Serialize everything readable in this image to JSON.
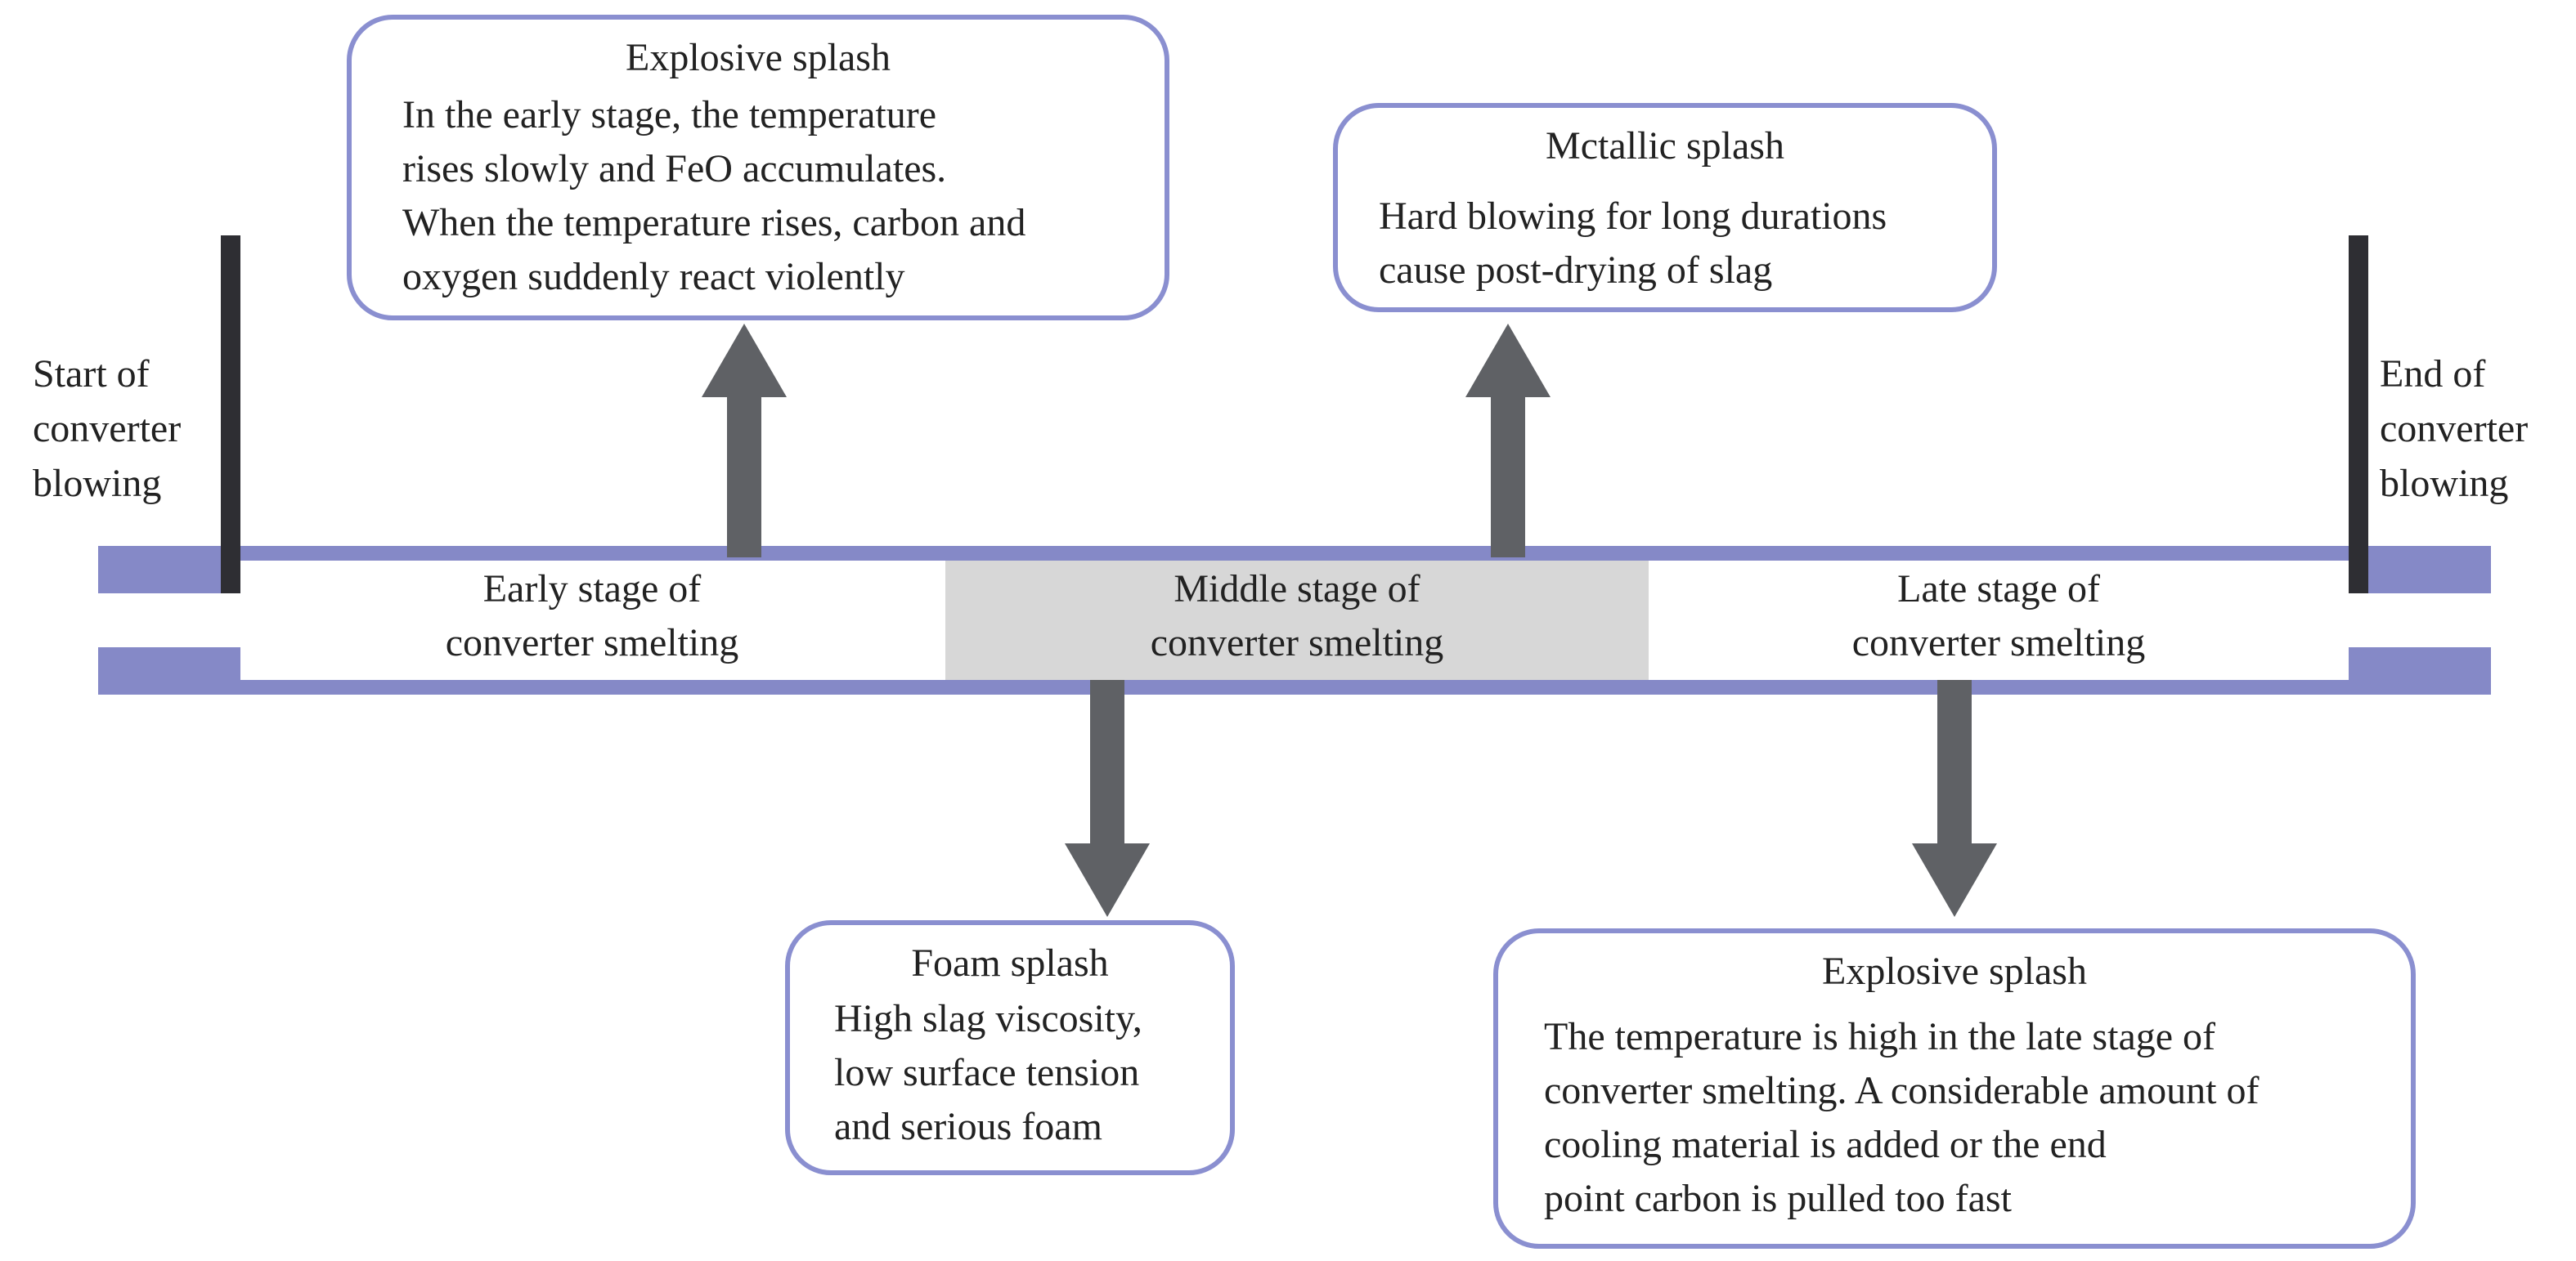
{
  "colors": {
    "band": "#8589c7",
    "box_border": "#8a8fd0",
    "arrow": "#5f6165",
    "marker": "#2e2e33",
    "middle_stage_fill": "#d7d7d7"
  },
  "timeline": {
    "start_label": "Start of\nconverter\nblowing",
    "end_label": "End of\nconverter\nblowing",
    "stages": [
      {
        "line1": "Early stage of",
        "line2": "converter smelting"
      },
      {
        "line1": "Middle stage of",
        "line2": "converter smelting"
      },
      {
        "line1": "Late stage of",
        "line2": "converter smelting"
      }
    ]
  },
  "boxes": {
    "explosive_early": {
      "title": "Explosive splash",
      "lines": [
        "In the early stage, the temperature",
        "rises slowly and FeO accumulates.",
        "When the temperature rises, carbon and",
        "oxygen suddenly react violently"
      ]
    },
    "metallic": {
      "title": "Mctallic splash",
      "lines": [
        "Hard blowing for long durations",
        "cause post-drying of slag"
      ]
    },
    "foam": {
      "title": "Foam splash",
      "lines": [
        "High slag viscosity,",
        "low surface tension",
        "and serious foam"
      ]
    },
    "explosive_late": {
      "title": "Explosive splash",
      "lines": [
        "The temperature is high in the late stage of",
        "converter smelting. A considerable amount of",
        "cooling material is added or the end",
        "point carbon is pulled too fast"
      ]
    }
  }
}
